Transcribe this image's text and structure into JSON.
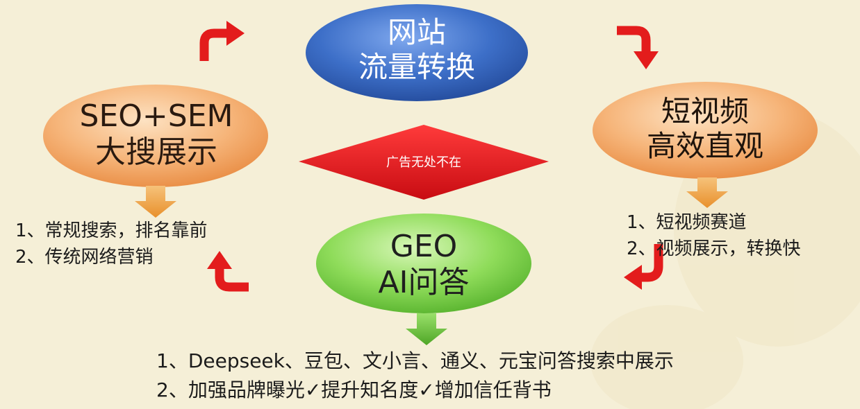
{
  "center_top": {
    "line1": "网站",
    "line2": "流量转换"
  },
  "left_node": {
    "line1": "SEO+SEM",
    "line2": "大搜展示"
  },
  "right_node": {
    "line1": "短视频",
    "line2": "高效直观"
  },
  "bottom_node": {
    "line1": "GEO",
    "line2": "AI问答"
  },
  "center_diamond": {
    "label": "广告无处不在"
  },
  "left_list": [
    "1、常规搜索，排名靠前",
    "2、传统网络营销"
  ],
  "right_list": [
    "1、短视频赛道",
    "2、视频展示，转换快"
  ],
  "bottom_list": [
    "1、Deepseek、豆包、文小言、通义、元宝问答搜索中展示",
    "2、加强品牌曝光✓提升知名度✓增加信任背书"
  ],
  "colors": {
    "background": "#f5efd7",
    "blue_node": "#2f5fb8",
    "orange_node": "#f0a060",
    "green_node": "#7ed34e",
    "diamond": "#e8141c",
    "cycle_arrow": "#e31c1c",
    "orange_down_arrow": "#f2a84a",
    "green_down_arrow": "#6cc040"
  },
  "icons": {
    "cycle_arrows": "curved-arrow-icon",
    "down_arrows": "down-arrow-icon"
  }
}
